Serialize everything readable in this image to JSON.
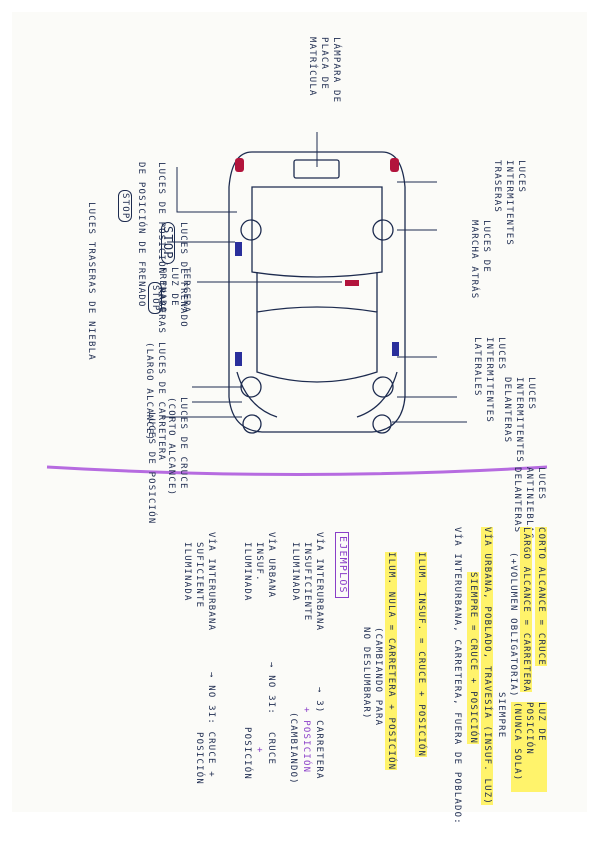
{
  "car_diagram": {
    "labels": {
      "fog_front": "LUCES ANTINIEBLAS DELANTERAS",
      "indicators_front": "LUCES INTERMITENTES DELANTERAS",
      "indicators_side": "LUCES INTERMITENTES LATERALES",
      "reverse": "LUCES DE MARCHA ATRÁS",
      "indicators_rear": "LUCES INTERMITENTES TRASERAS",
      "plate_lamp": "LÁMPARA DE PLACA DE MATRÍCULA",
      "position": "LUCES DE POSICIÓN",
      "low_beam": "LUCES DE CRUCE",
      "low_beam_note": "(CORTO ALCANCE)",
      "high_beam": "LUCES DE CARRETERA",
      "high_beam_note": "(LARGO ALCANCE)",
      "third_brake": "TERCERA LUZ DE FRENADO",
      "stop_badge": "STOP",
      "brake": "LUCES DE FRENADO",
      "stop_big": "STOP",
      "rear_position": "LUCES DE POSICIÓN TRASERAS",
      "brake_position": "DE POSICIÓN DE FRENADO",
      "stop_small": "STOP",
      "rear_fog": "LUCES TRASERAS DE NIEBLA"
    }
  },
  "notes": {
    "line1": "CORTO ALCANCE = CRUCE",
    "line2": "LARGO ALCANCE = CARRETERA",
    "line2_side": "LUZ DE POSICIÓN (NUNCA SOLA)",
    "line3": "(+VOLUMEN OBLIGATORIA)",
    "siempre": "SIEMPRE",
    "urbana": "VÍA URBANA, POBLADO, TRAVESÍA (INSUF. LUZ)",
    "urbana2": "SIEMPRE = CRUCE + POSICIÓN",
    "interurbana": "VÍA INTERURBANA, CARRETERA, FUERA DE POBLADO:",
    "insuf": "ILUM. INSUF. = CRUCE + POSICIÓN",
    "nula": "ILUM. NULA = CARRETERA + POSICIÓN",
    "nula_note1": "(CAMBIANDO PARA",
    "nula_note2": "NO DESLUMBRAR)",
    "ejemplos": "EJEMPLOS",
    "ex1_a": "VÍA INTERURBANA",
    "ex1_b": "INSUFICIENTE",
    "ex1_c": "ILUMINADA",
    "ex1_r1": "→ 3) CARRETERA",
    "ex1_r2": "+ POSICIÓN",
    "ex1_r3": "(CAMBIANDO)",
    "ex2_a": "VÍA URBANA",
    "ex2_b": "INSUF.",
    "ex2_c": "ILUMINADA",
    "ex2_r1": "→ NO 3I:",
    "ex2_r2": "CRUCE",
    "ex2_r3": "+",
    "ex2_r4": "POSICIÓN",
    "ex3_a": "VÍA INTERURBANA",
    "ex3_b": "SUFICIENTE",
    "ex3_c": "ILUMINADA",
    "ex3_r1": "→ NO 3I: CRUCE +",
    "ex3_r2": "POSICIÓN"
  },
  "colors": {
    "ink": "#1d2b4f",
    "purple": "#b66be0",
    "highlight": "#fff36b",
    "red": "#b2143c",
    "blue": "#2a2f9c"
  }
}
